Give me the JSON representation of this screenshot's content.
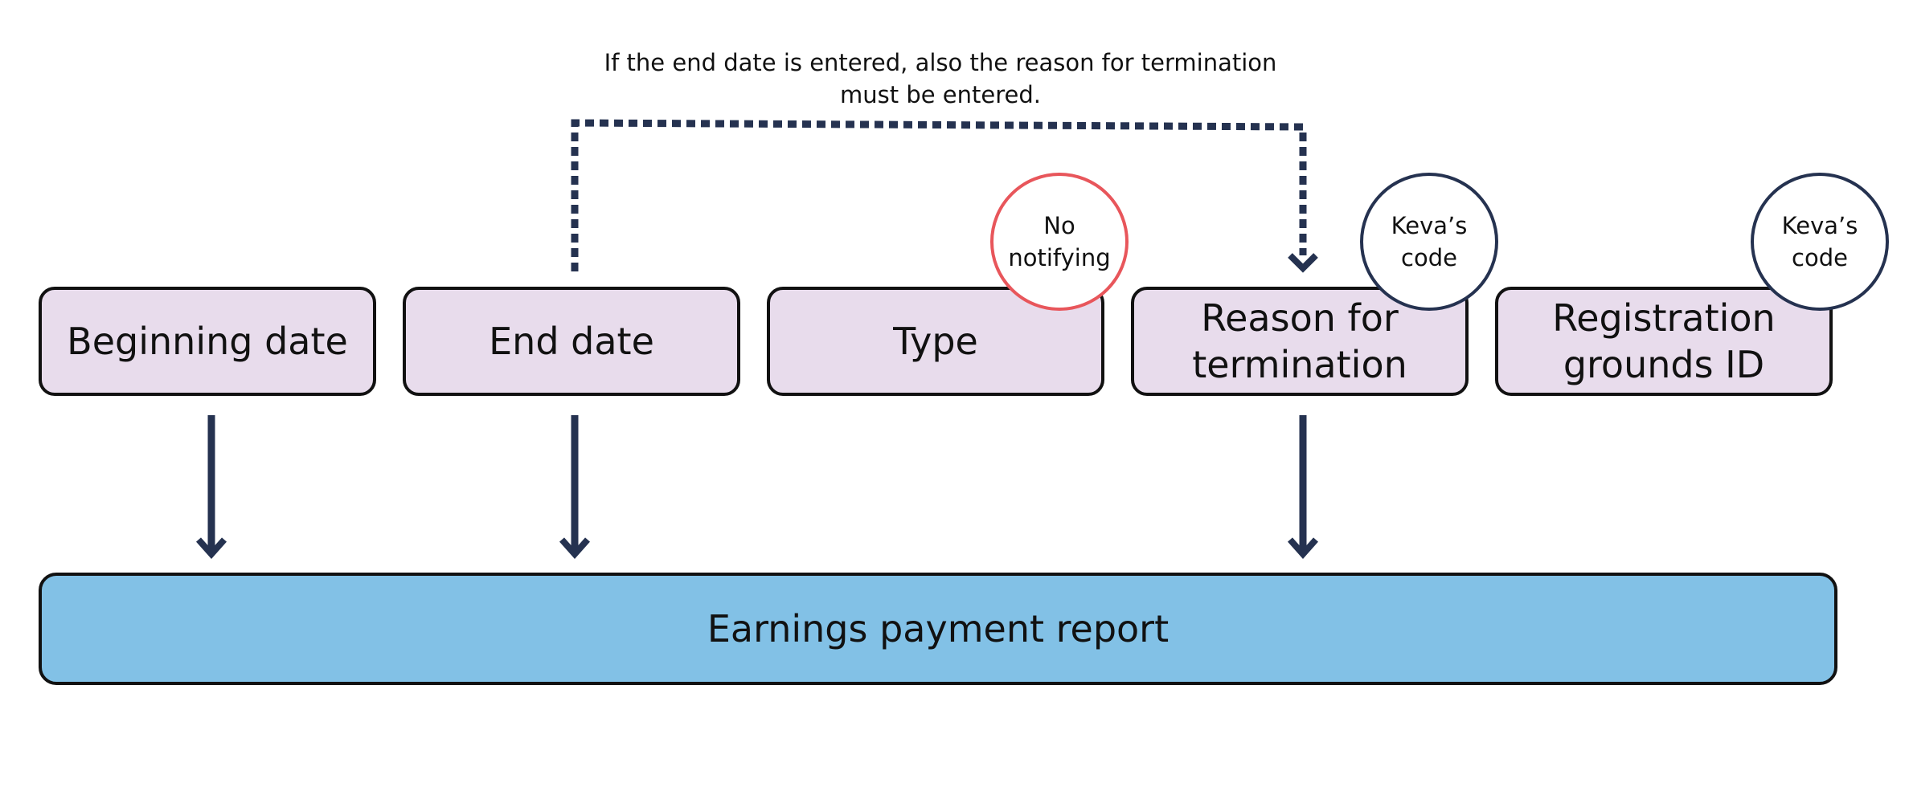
{
  "note": {
    "line1": "If the end date is entered, also the reason for termination",
    "line2": "must be entered."
  },
  "fields": [
    {
      "id": "beginning-date",
      "lines": [
        "Beginning date"
      ]
    },
    {
      "id": "end-date",
      "lines": [
        "End date"
      ]
    },
    {
      "id": "type",
      "lines": [
        "Type"
      ]
    },
    {
      "id": "reason-for-termination",
      "lines": [
        "Reason for",
        "termination"
      ]
    },
    {
      "id": "registration-grounds-id",
      "lines": [
        "Registration",
        "grounds ID"
      ]
    }
  ],
  "badges": {
    "no_notifying": {
      "line1": "No",
      "line2": "notifying"
    },
    "keva_code_1": {
      "line1": "Keva’s",
      "line2": "code"
    },
    "keva_code_2": {
      "line1": "Keva’s",
      "line2": "code"
    }
  },
  "report": {
    "label": "Earnings payment report"
  },
  "colors": {
    "field_fill": "#e8dcec",
    "report_fill": "#82c1e6",
    "arrow": "#253250",
    "badge_alert": "#e8565b"
  }
}
